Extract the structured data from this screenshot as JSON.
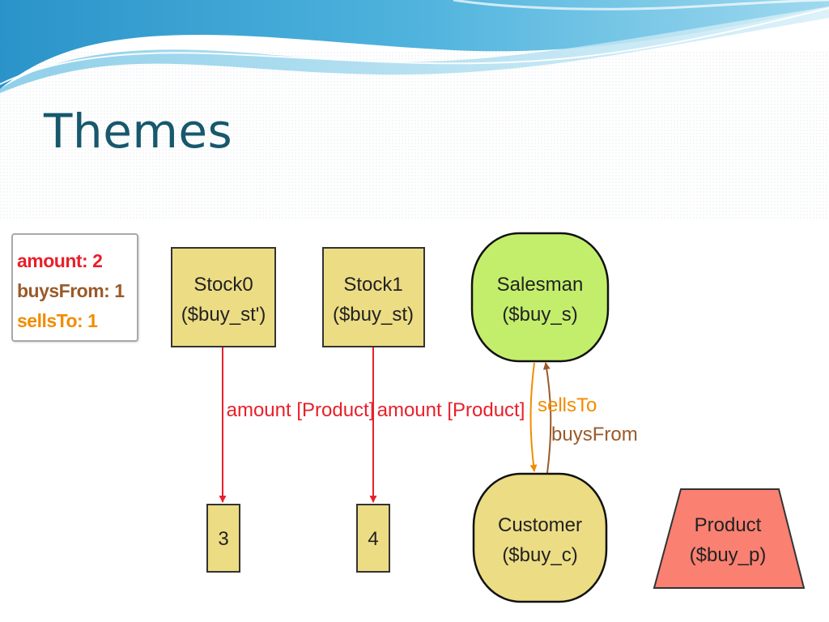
{
  "slide": {
    "title": "Themes"
  },
  "legend": {
    "items": [
      {
        "key": "amount",
        "count": "2",
        "text": "amount: 2",
        "color": "#e8202a"
      },
      {
        "key": "buysFrom",
        "count": "1",
        "text": "buysFrom: 1",
        "color": "#9a5a2a"
      },
      {
        "key": "sellsTo",
        "count": "1",
        "text": "sellsTo: 1",
        "color": "#f28c00"
      }
    ]
  },
  "diagram": {
    "nodes": [
      {
        "id": "stock0",
        "shape": "box",
        "name": "Stock0",
        "binding": "($buy_st')",
        "fill": "#ecdc84"
      },
      {
        "id": "stock1",
        "shape": "box",
        "name": "Stock1",
        "binding": "($buy_st)",
        "fill": "#ecdc84"
      },
      {
        "id": "salesman",
        "shape": "rounded",
        "name": "Salesman",
        "binding": "($buy_s)",
        "fill": "#c3ee6c"
      },
      {
        "id": "customer",
        "shape": "rounded",
        "name": "Customer",
        "binding": "($buy_c)",
        "fill": "#ecdc84"
      },
      {
        "id": "product",
        "shape": "trapezium",
        "name": "Product",
        "binding": "($buy_p)",
        "fill": "#fa8072"
      },
      {
        "id": "val3",
        "shape": "box",
        "name": "3",
        "fill": "#ecdc84"
      },
      {
        "id": "val4",
        "shape": "box",
        "name": "4",
        "fill": "#ecdc84"
      }
    ],
    "edges": [
      {
        "from": "stock0",
        "to": "val3",
        "label": "amount [Product]",
        "color": "#e8202a"
      },
      {
        "from": "stock1",
        "to": "val4",
        "label": "amount [Product]",
        "color": "#e8202a"
      },
      {
        "from": "salesman",
        "to": "customer",
        "label": "sellsTo",
        "color": "#f28c00"
      },
      {
        "from": "customer",
        "to": "salesman",
        "label": "buysFrom",
        "color": "#9a5a2a"
      }
    ]
  }
}
